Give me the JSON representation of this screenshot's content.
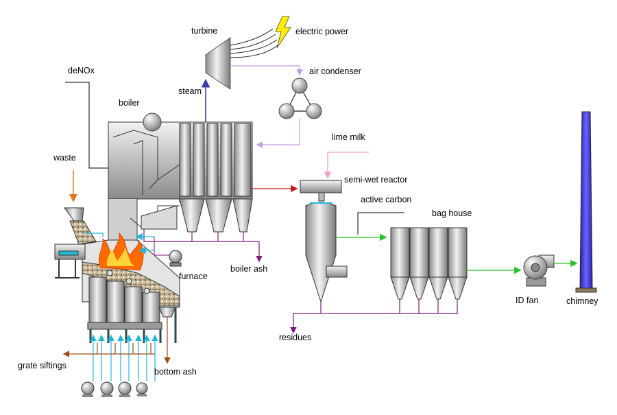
{
  "labels": {
    "turbine": "turbine",
    "electric_power": "electric power",
    "denox": "deNOx",
    "air_condenser": "air condenser",
    "steam": "steam",
    "boiler": "boiler",
    "lime_milk": "lime milk",
    "waste": "waste",
    "semi_wet_reactor": "semi-wet reactor",
    "active_carbon": "active carbon",
    "bag_house": "bag house",
    "furnace": "furnace",
    "boiler_ash": "boiler ash",
    "id_fan": "ID fan",
    "chimney": "chimney",
    "residues": "residues",
    "grate_siftings": "grate siftings",
    "bottom_ash": "bottom ash"
  },
  "colors": {
    "steam_line": "#3a3aa8",
    "condensate_line": "#c79be0",
    "flue_gas_boiler": "#c41818",
    "flue_gas_clean": "#22c322",
    "residue_line": "#7a1a7a",
    "ash_line": "#9a4a14",
    "waste_feed": "#e07a20",
    "lime_milk_line": "#f0a0c8",
    "air_line": "#20b8d8",
    "chimney_fill": "#4a3fe0",
    "lightning": "#ffee00"
  }
}
